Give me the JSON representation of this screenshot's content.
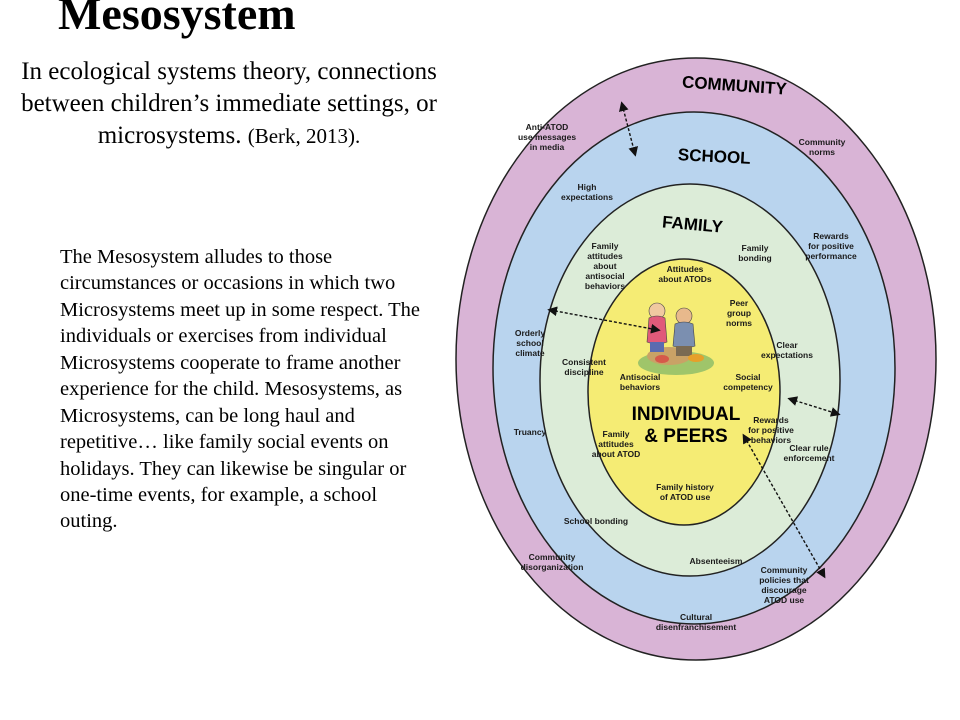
{
  "slide": {
    "title": "Mesosystem",
    "definition": "In ecological systems theory, connections between children’s immediate settings, or microsystems.",
    "citation": "(Berk, 2013).",
    "body": "The Mesosystem alludes to those circumstances or occasions in which two Microsystems meet up in some respect.  The individuals or exercises from individual Microsystems cooperate to frame another experience for the child.  Mesosystems, as Microsystems, can be long haul and repetitive… like family social events on holidays.  They can likewise be singular or one-time events, for example, a school outing."
  },
  "diagram": {
    "colors": {
      "community": "#d9b4d6",
      "school": "#b9d4ee",
      "family": "#dcecd8",
      "individual": "#f5ec74",
      "stroke": "#222222"
    },
    "rings": {
      "community": "Community",
      "school": "School",
      "family": "Family",
      "individual_line1": "Individual",
      "individual_line2": "& Peers"
    },
    "community_labels": {
      "anti_atod": [
        "Anti-ATOD",
        "use messages",
        "in media"
      ],
      "community_norms": [
        "Community",
        "norms"
      ],
      "community_disorganization": [
        "Community",
        "disorganization"
      ],
      "cultural": [
        "Cultural",
        "disenfranchisement"
      ],
      "community_policies": [
        "Community",
        "policies that",
        "discourage",
        "ATOD use"
      ]
    },
    "school_labels": {
      "high_expectations": [
        "High",
        "expectations"
      ],
      "rewards_performance": [
        "Rewards",
        "for positive",
        "performance"
      ],
      "orderly_climate": [
        "Orderly",
        "school",
        "climate"
      ],
      "truancy": [
        "Truancy"
      ],
      "clear_rule": [
        "Clear rule",
        "enforcement"
      ],
      "school_bonding": [
        "School bonding"
      ],
      "absenteeism": [
        "Absenteeism"
      ]
    },
    "family_labels": {
      "attitudes_antisocial": [
        "Family",
        "attitudes",
        "about",
        "antisocial",
        "behaviors"
      ],
      "family_bonding": [
        "Family",
        "bonding"
      ],
      "consistent_discipline": [
        "Consistent",
        "discipline"
      ],
      "clear_expectations": [
        "Clear",
        "expectations"
      ],
      "attitudes_atod": [
        "Family",
        "attitudes",
        "about ATOD"
      ],
      "rewards_behaviors": [
        "Rewards",
        "for positive",
        "behaviors"
      ],
      "history_atod": [
        "Family history",
        "of ATOD use"
      ]
    },
    "individual_labels": {
      "attitudes_atods": [
        "Attitudes",
        "about ATODs"
      ],
      "peer_norms": [
        "Peer",
        "group",
        "norms"
      ],
      "antisocial_behaviors": [
        "Antisocial",
        "behaviors"
      ],
      "social_competency": [
        "Social",
        "competency"
      ]
    }
  }
}
